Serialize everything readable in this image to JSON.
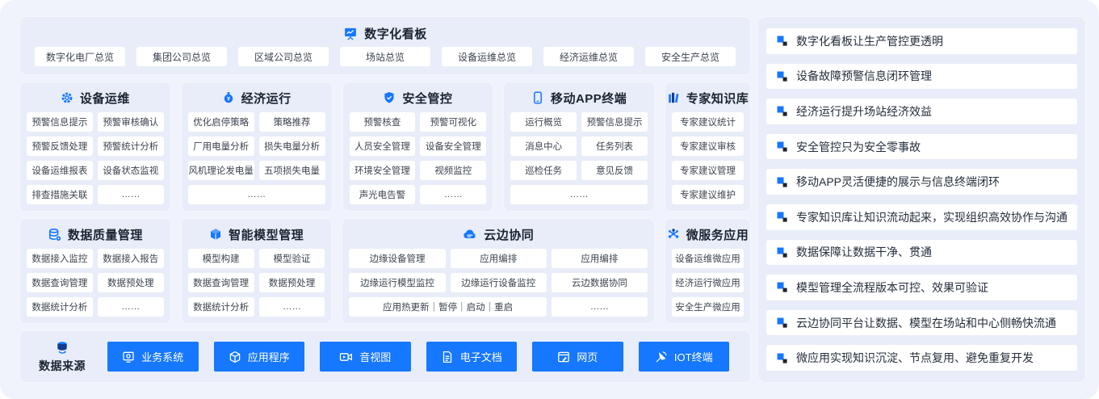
{
  "colors": {
    "accent": "#1677ff",
    "icon_dark": "#0f3e91",
    "page_bg": "#f0f3fb",
    "card_bg": "#e8edf9",
    "title_text": "#1b2431",
    "button_text": "#3d4450",
    "highlight_text": "#252e3c",
    "bullet_dark": "#1d232b"
  },
  "banner": {
    "icon": "board-chart-icon",
    "title": "数字化看板",
    "buttons": [
      "数字化电厂总览",
      "集团公司总览",
      "区域公司总览",
      "场站总览",
      "设备运维总览",
      "经济运维总览",
      "安全生产总览"
    ]
  },
  "module_rows": [
    {
      "cards": [
        {
          "key": "equipment-ops",
          "title": "设备运维",
          "icon": "gear-icon",
          "cols": 2,
          "size": "standard",
          "buttons": [
            {
              "label": "预警信息提示"
            },
            {
              "label": "预警审核确认"
            },
            {
              "label": "预警反馈处理"
            },
            {
              "label": "预警统计分析"
            },
            {
              "label": "设备运维报表"
            },
            {
              "label": "设备状态监视"
            },
            {
              "label": "排查措施关联"
            },
            {
              "label": "……"
            }
          ]
        },
        {
          "key": "economic-operation",
          "title": "经济运行",
          "icon": "money-bag-icon",
          "cols": 2,
          "size": "standard",
          "buttons": [
            {
              "label": "优化启停策略"
            },
            {
              "label": "策略推荐"
            },
            {
              "label": "厂用电量分析"
            },
            {
              "label": "损失电量分析"
            },
            {
              "label": "风机理论发电量"
            },
            {
              "label": "五项损失电量"
            },
            {
              "label": "……",
              "span": 2
            }
          ]
        },
        {
          "key": "safety-control",
          "title": "安全管控",
          "icon": "shield-icon",
          "cols": 2,
          "size": "standard",
          "buttons": [
            {
              "label": "预警核查"
            },
            {
              "label": "预警可视化"
            },
            {
              "label": "人员安全管理"
            },
            {
              "label": "设备安全管理"
            },
            {
              "label": "环境安全管理"
            },
            {
              "label": "视频监控"
            },
            {
              "label": "声光电告警"
            },
            {
              "label": "……"
            }
          ]
        },
        {
          "key": "mobile-app",
          "title": "移动APP终端",
          "icon": "mobile-icon",
          "cols": 2,
          "size": "standard",
          "buttons": [
            {
              "label": "运行概览"
            },
            {
              "label": "预警信息提示"
            },
            {
              "label": "消息中心"
            },
            {
              "label": "任务列表"
            },
            {
              "label": "巡检任务"
            },
            {
              "label": "意见反馈"
            },
            {
              "label": "……",
              "span": 2
            }
          ]
        },
        {
          "key": "expert-knowledge",
          "title": "专家知识库",
          "icon": "books-icon",
          "cols": 1,
          "size": "narrow",
          "buttons": [
            {
              "label": "专家建议统计"
            },
            {
              "label": "专家建议审核"
            },
            {
              "label": "专家建议管理"
            },
            {
              "label": "专家建议维护"
            }
          ]
        }
      ]
    },
    {
      "cards": [
        {
          "key": "data-quality",
          "title": "数据质量管理",
          "icon": "database-icon",
          "cols": 2,
          "size": "standard",
          "buttons": [
            {
              "label": "数据接入监控"
            },
            {
              "label": "数据接入报告"
            },
            {
              "label": "数据查询管理"
            },
            {
              "label": "数据预处理"
            },
            {
              "label": "数据统计分析"
            },
            {
              "label": "……"
            }
          ]
        },
        {
          "key": "model-management",
          "title": "智能模型管理",
          "icon": "cube-icon",
          "cols": 2,
          "size": "standard",
          "buttons": [
            {
              "label": "模型构建"
            },
            {
              "label": "模型验证"
            },
            {
              "label": "数据查询管理"
            },
            {
              "label": "数据预处理"
            },
            {
              "label": "数据统计分析"
            },
            {
              "label": "……"
            }
          ]
        },
        {
          "key": "cloud-edge",
          "title": "云边协同",
          "icon": "cloud-icon",
          "cols": 3,
          "size": "wide",
          "buttons": [
            {
              "label": "边缘设备管理"
            },
            {
              "label": "应用编排"
            },
            {
              "label": "应用编排"
            },
            {
              "label": "边缘运行模型监控"
            },
            {
              "label": "边缘运行设备监控"
            },
            {
              "label": "云边数据协同"
            },
            {
              "label": "应用热更新｜暂停｜启动｜重启",
              "span": 2
            },
            {
              "label": "……"
            }
          ]
        },
        {
          "key": "microservice",
          "title": "微服务应用",
          "icon": "nodes-icon",
          "cols": 1,
          "size": "narrow",
          "buttons": [
            {
              "label": "设备运维微应用"
            },
            {
              "label": "经济运行微应用"
            },
            {
              "label": "安全生产微应用"
            }
          ]
        }
      ]
    }
  ],
  "data_sources": {
    "icon": "coins-db-icon",
    "label": "数据来源",
    "items": [
      {
        "icon": "system-icon",
        "label": "业务系统"
      },
      {
        "icon": "package-icon",
        "label": "应用程序"
      },
      {
        "icon": "video-icon",
        "label": "音视图"
      },
      {
        "icon": "document-icon",
        "label": "电子文档"
      },
      {
        "icon": "webpage-icon",
        "label": "网页"
      },
      {
        "icon": "iot-icon",
        "label": "IOT终端"
      }
    ]
  },
  "highlights": [
    {
      "icon": "squares-bullet-icon",
      "text": "数字化看板让生产管控更透明"
    },
    {
      "icon": "squares-bullet-icon",
      "text": "设备故障预警信息闭环管理"
    },
    {
      "icon": "squares-bullet-icon",
      "text": "经济运行提升场站经济效益"
    },
    {
      "icon": "squares-bullet-icon",
      "text": "安全管控只为安全零事故"
    },
    {
      "icon": "squares-bullet-icon",
      "text": "移动APP灵活便捷的展示与信息终端闭环"
    },
    {
      "icon": "squares-bullet-icon",
      "text": "专家知识库让知识流动起来，实现组织高效协作与沟通"
    },
    {
      "icon": "squares-bullet-icon",
      "text": "数据保障让数据干净、贯通"
    },
    {
      "icon": "squares-bullet-icon",
      "text": "模型管理全流程版本可控、效果可验证"
    },
    {
      "icon": "squares-bullet-icon",
      "text": "云边协同平台让数据、模型在场站和中心侧畅快流通"
    },
    {
      "icon": "squares-bullet-icon",
      "text": "微应用实现知识沉淀、节点复用、避免重复开发"
    }
  ]
}
